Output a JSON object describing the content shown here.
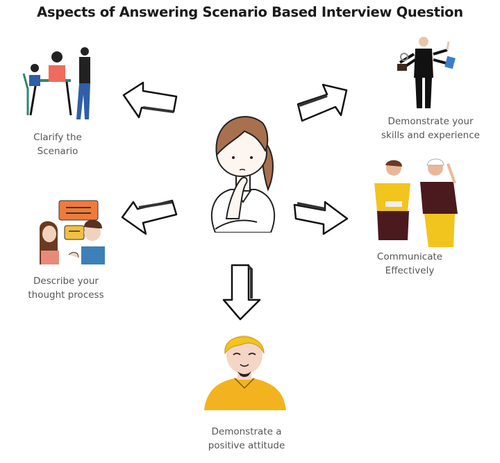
{
  "title": "Aspects of Answering Scenario Based Interview Question",
  "center": {
    "figure": "thinking-woman"
  },
  "aspects": [
    {
      "id": "clarify",
      "line1": "Clarify the",
      "line2": "Scenario",
      "illustration": "family-at-table",
      "arrow_direction": "up-left"
    },
    {
      "id": "demonstrate-skills",
      "line1": "Demonstrate your",
      "line2": "skills and experience",
      "illustration": "multitasking-businessman",
      "arrow_direction": "up-right"
    },
    {
      "id": "describe-thought",
      "line1": "Describe your",
      "line2": "thought process",
      "illustration": "two-people-talking",
      "arrow_direction": "down-left"
    },
    {
      "id": "communicate",
      "line1": "Communicate",
      "line2": "Effectively",
      "illustration": "two-men-conversing",
      "arrow_direction": "down-right"
    },
    {
      "id": "positive-attitude",
      "line1": "Demonstrate a",
      "line2": "positive attitude",
      "illustration": "smiling-man",
      "arrow_direction": "down"
    }
  ],
  "colors": {
    "hair_brown": "#a8704f",
    "orange": "#ef7b3a",
    "yellow": "#f2bf22",
    "maroon": "#4a1a1e",
    "blue": "#2f5fa8"
  }
}
